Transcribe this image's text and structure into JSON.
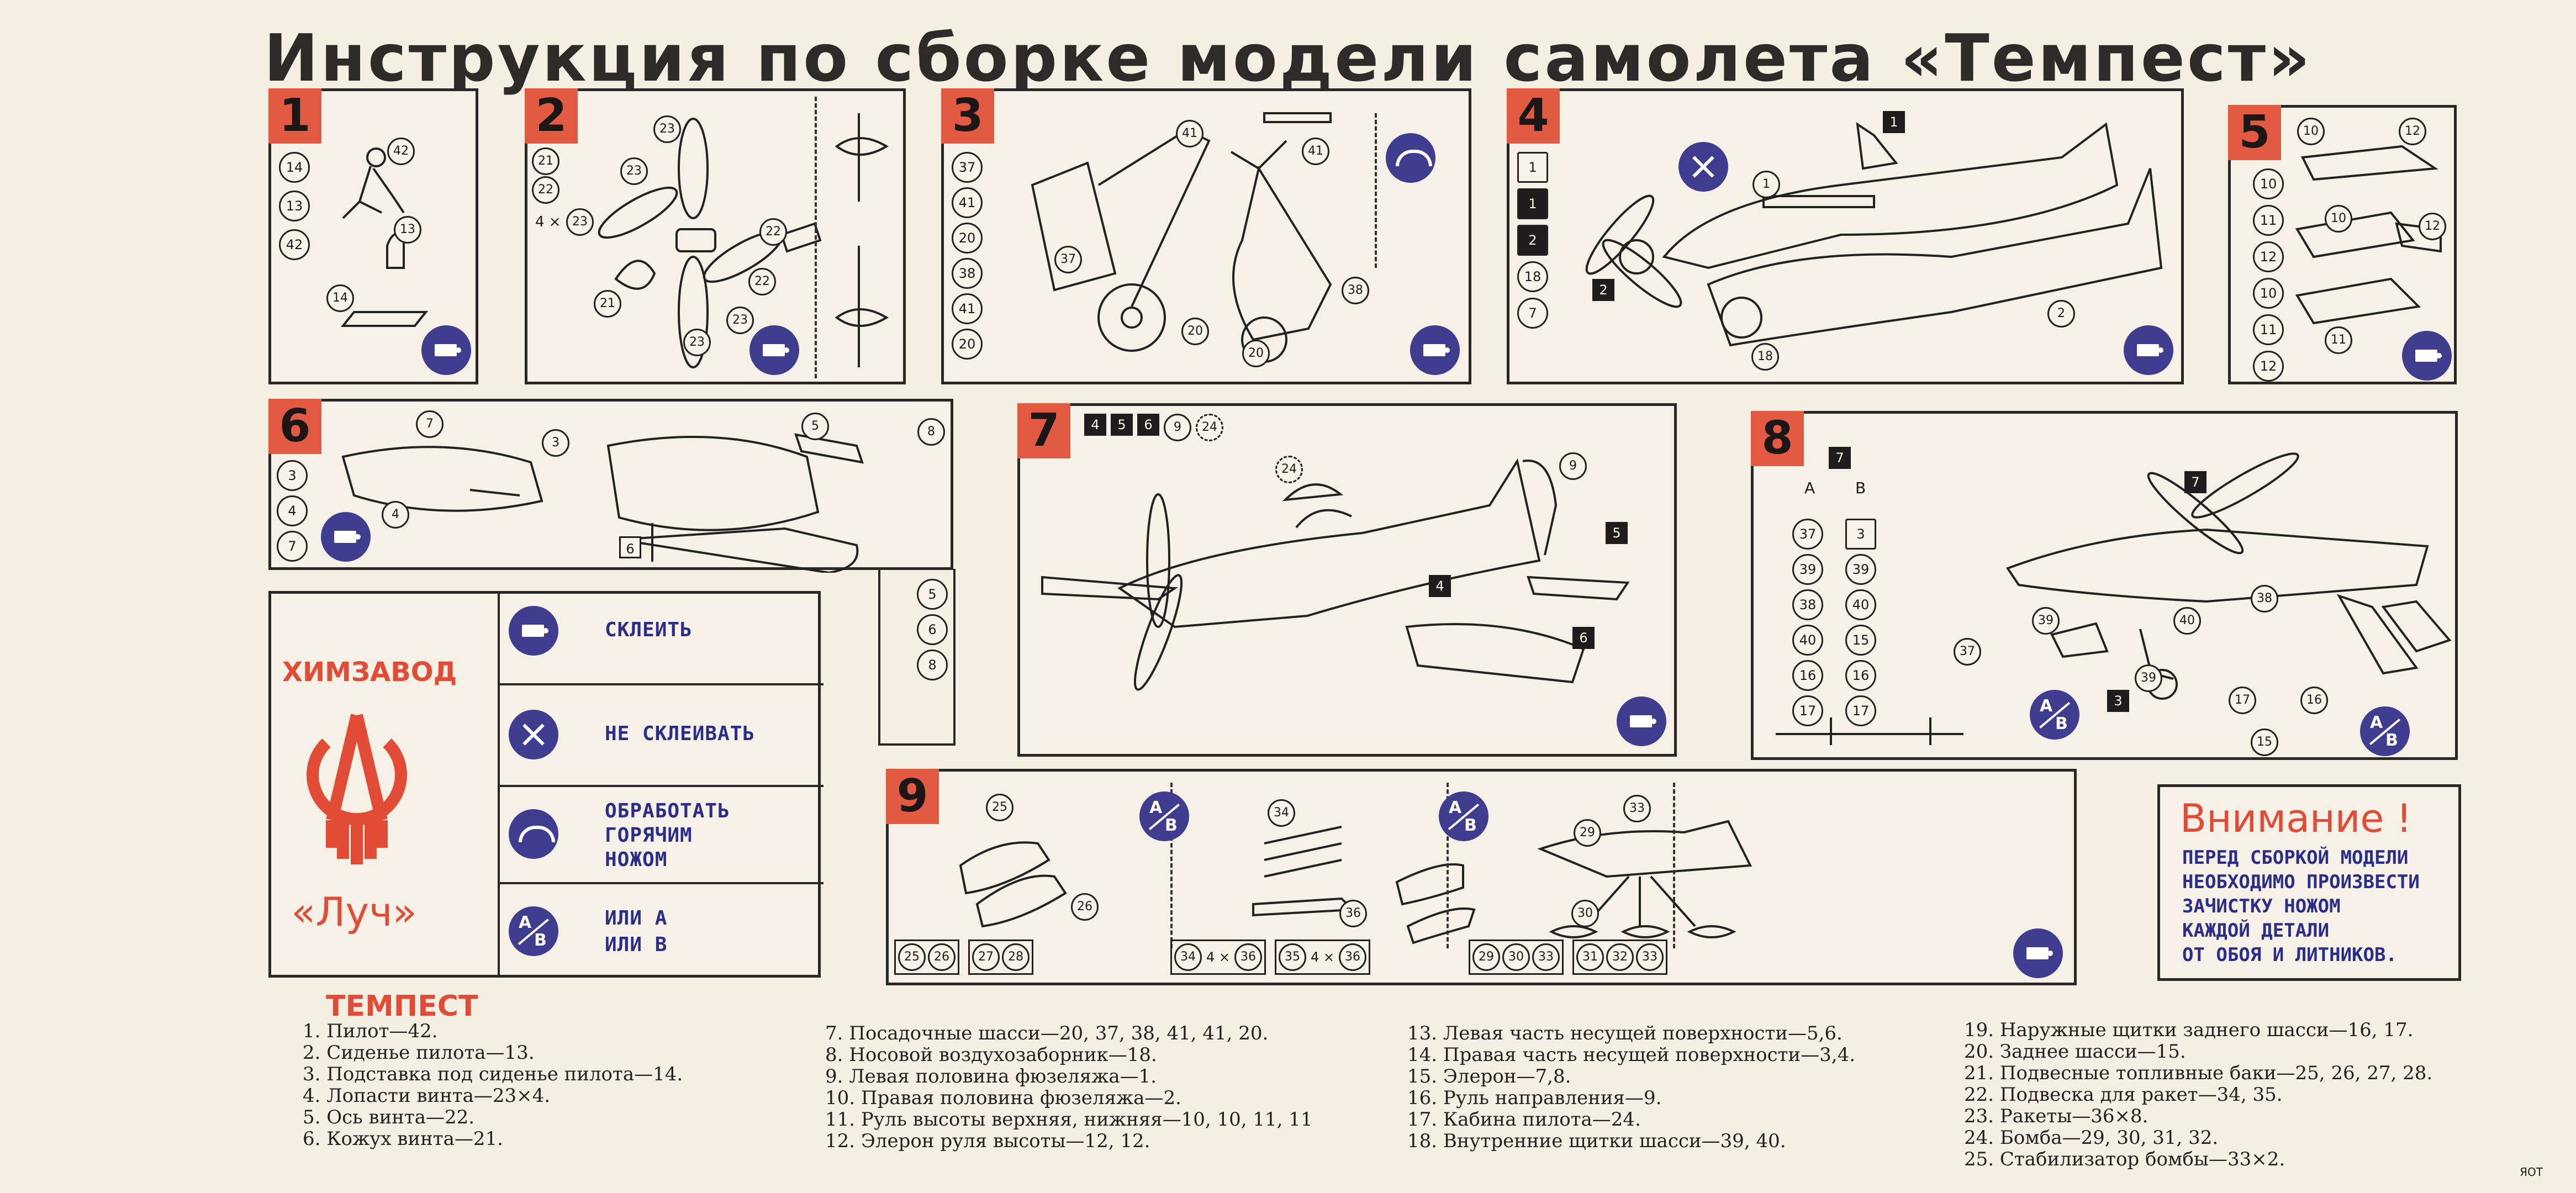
{
  "title": "Инструкция по сборке модели самолета «Темпест»",
  "panels": {
    "p1": {
      "num": "1",
      "strip": [
        "14",
        "13",
        "42"
      ],
      "callouts": [
        "42",
        "13",
        "14"
      ]
    },
    "p2": {
      "num": "2",
      "strip": [
        "21",
        "22",
        "23"
      ],
      "multiplier": "4 ×",
      "callouts": [
        "23",
        "23",
        "22",
        "21",
        "22",
        "23",
        "23"
      ]
    },
    "p3": {
      "num": "3",
      "strip": [
        "37",
        "41",
        "20",
        "38",
        "41",
        "20"
      ],
      "callouts": [
        "41",
        "41",
        "37",
        "38",
        "20",
        "20"
      ]
    },
    "p4": {
      "num": "4",
      "strip": [
        "1",
        "1",
        "2",
        "18",
        "7"
      ],
      "callouts": [
        "1",
        "1",
        "2",
        "18",
        "2"
      ]
    },
    "p5": {
      "num": "5",
      "strip": [
        "10",
        "11",
        "12",
        "10",
        "11",
        "12"
      ],
      "callouts": [
        "10",
        "12",
        "10",
        "12",
        "11"
      ]
    },
    "p6": {
      "num": "6",
      "strip": [
        "3",
        "4",
        "7"
      ],
      "strip2": [
        "5",
        "6",
        "8"
      ],
      "callouts": [
        "7",
        "3",
        "4",
        "5",
        "8",
        "6"
      ]
    },
    "p7": {
      "num": "7",
      "header": [
        "4",
        "5",
        "6",
        "9",
        "24"
      ],
      "callouts": [
        "24",
        "9",
        "5",
        "4",
        "6"
      ]
    },
    "p8": {
      "num": "8",
      "top": "7",
      "colA": "A",
      "colB": "B",
      "listA": [
        "37",
        "39",
        "38",
        "40",
        "16",
        "17"
      ],
      "listB": [
        "3",
        "39",
        "40",
        "15",
        "16",
        "17"
      ],
      "callouts": [
        "7",
        "39",
        "37",
        "40",
        "38",
        "39",
        "3",
        "17",
        "16",
        "15"
      ]
    },
    "p9": {
      "num": "9",
      "groups": [
        [
          "25",
          "26"
        ],
        [
          "27",
          "28"
        ]
      ],
      "groups2": [
        [
          "34"
        ],
        [
          "36"
        ],
        [
          "35"
        ],
        [
          "36"
        ]
      ],
      "mult1": "4 ×",
      "mult2": "4 ×",
      "groups3": [
        [
          "29",
          "30",
          "33"
        ],
        [
          "31",
          "32",
          "33"
        ]
      ],
      "callouts": [
        "25",
        "26",
        "34",
        "36",
        "29",
        "33",
        "30"
      ]
    }
  },
  "legend": {
    "glue": "СКЛЕИТЬ",
    "noglue": "НЕ СКЛЕИВАТЬ",
    "knife": [
      "ОБРАБОТАТЬ",
      "ГОРЯЧИМ",
      "НОЖОМ"
    ],
    "ab": [
      "ИЛИ А",
      "ИЛИ В"
    ],
    "ab_letter_a": "A",
    "ab_letter_b": "B",
    "factory_top": "ХИМЗАВОД",
    "factory_bottom": "«Луч»"
  },
  "attention": {
    "title": "Внимание !",
    "lines": [
      "Перед сборкой модели",
      "необходимо произвести",
      "зачистку ножом",
      "каждой детали",
      "от обоя и литников."
    ]
  },
  "parts_title": "ТЕМПЕСТ",
  "parts": [
    [
      "1.  Пилот—42.",
      "2.  Сиденье пилота—13.",
      "3.  Подставка под сиденье пилота—14.",
      "4.  Лопасти винта—23×4.",
      "5.  Ось винта—22.",
      "6.  Кожух винта—21."
    ],
    [
      "7.  Посадочные шасси—20, 37, 38, 41, 41, 20.",
      "8.  Носовой воздухозаборник—18.",
      "9.  Левая половина фюзеляжа—1.",
      "10. Правая половина фюзеляжа—2.",
      "11. Руль высоты верхняя, нижняя—10, 10, 11, 11",
      "12. Элерон руля высоты—12, 12."
    ],
    [
      "13. Левая часть несущей поверхности—5,6.",
      "14. Правая часть несущей поверхности—3,4.",
      "15. Элерон—7,8.",
      "16. Руль направления—9.",
      "17. Кабина пилота—24.",
      "18. Внутренние щитки шасси—39, 40."
    ],
    [
      "19. Наружные щитки заднего шасси—16, 17.",
      "20. Заднее шасси—15.",
      "21. Подвесные топливные баки—25, 26, 27, 28.",
      "22. Подвеска для ракет—34, 35.",
      "23. Ракеты—36×8.",
      "24. Бомба—29, 30, 31, 32.",
      "25. Стабилизатор бомбы—33×2."
    ]
  ],
  "footer_code": "ЯОТ"
}
